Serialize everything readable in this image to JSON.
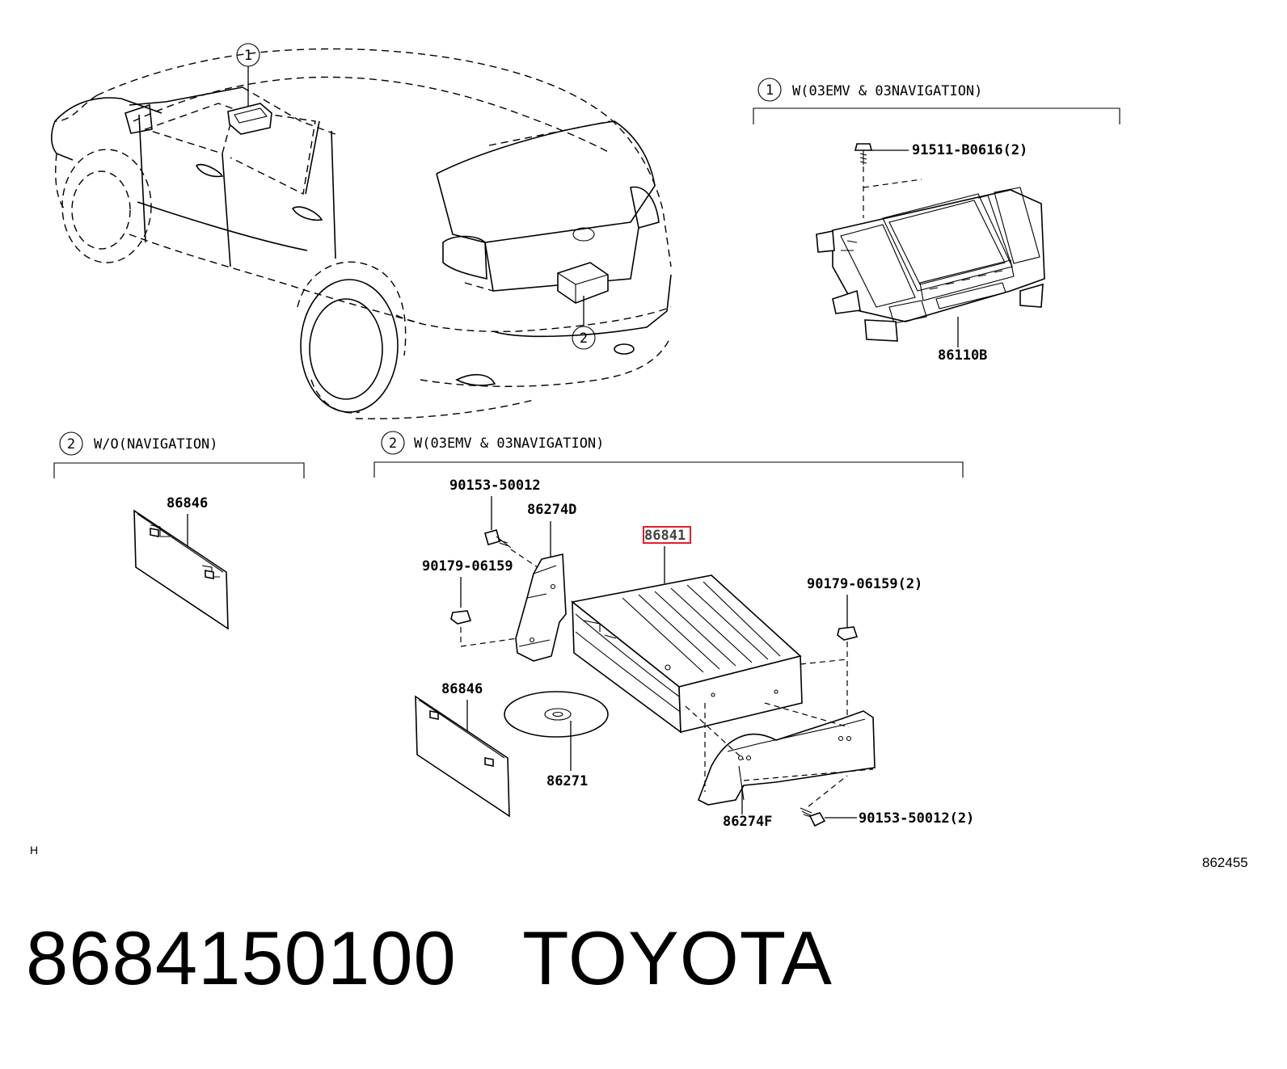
{
  "callouts": {
    "one": "1",
    "two": "2"
  },
  "sections": {
    "nav_head": {
      "num": "1",
      "text": "W(03EMV & 03NAVIGATION)"
    },
    "wo_nav": {
      "num": "2",
      "text": "W/O(NAVIGATION)"
    },
    "w_nav": {
      "num": "2",
      "text": "W(03EMV & 03NAVIGATION)"
    }
  },
  "parts": {
    "screw_top": "91511-B0616(2)",
    "display": "86110B",
    "cover_left": "86846",
    "bolt_a": "90153-50012",
    "bracket_d": "86274D",
    "nut_a": "90179-06159",
    "nav_unit": "86841",
    "nut_b": "90179-06159(2)",
    "cover_mid": "86846",
    "disc": "86271",
    "bracket_f": "86274F",
    "bolt_b": "90153-50012(2)"
  },
  "highlight_part": "86841",
  "corner_mark": "H",
  "diagram_code": "862455",
  "footer": {
    "part_number": "8684150100",
    "brand": "TOYOTA"
  }
}
